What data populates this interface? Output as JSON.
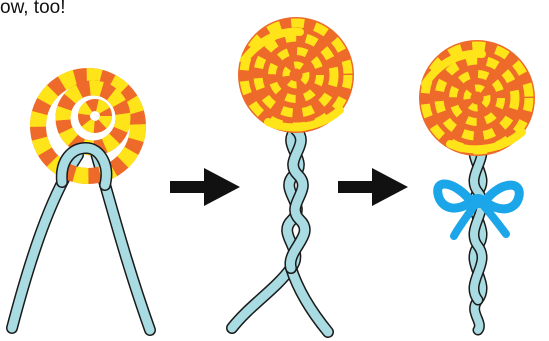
{
  "caption": "ow, too!",
  "colors": {
    "orange": "#ee6a2a",
    "yellow": "#ffe41a",
    "cord_fill": "#a8dce2",
    "outline": "#1a1a1a",
    "ribbon": "#1aa6e8",
    "arrow": "#111111"
  },
  "steps": [
    {
      "name": "coiled-cord-loop",
      "icon": "loose-cord-ends"
    },
    {
      "name": "twisted-stem",
      "icon": "twisted-stem-split-ends"
    },
    {
      "name": "finished-lollipop",
      "icon": "blue-bow"
    }
  ],
  "arrows": [
    "right-arrow",
    "right-arrow"
  ]
}
